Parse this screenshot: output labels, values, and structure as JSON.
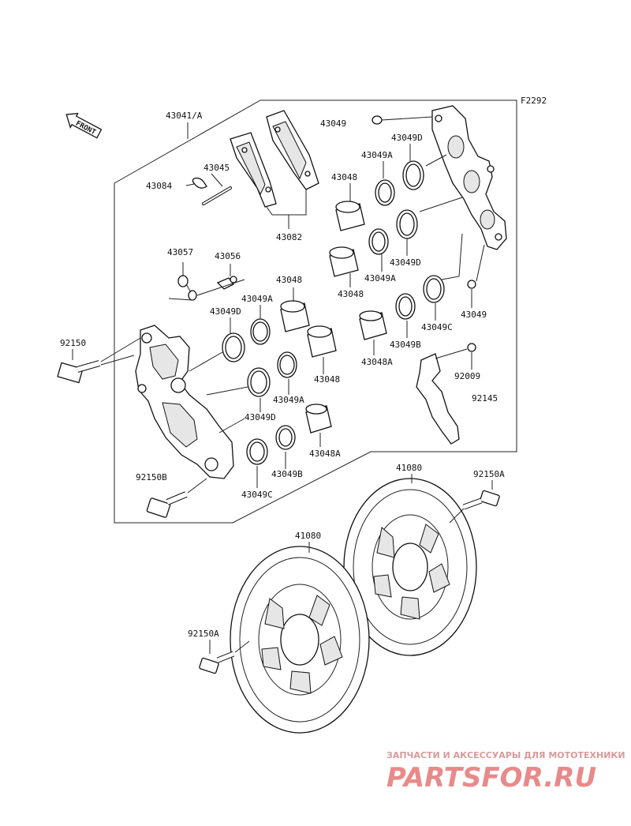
{
  "figure_code": "F2292",
  "front_label": "FRONT",
  "labels": {
    "l43041A": "43041/A",
    "l43082": "43082",
    "l43045": "43045",
    "l43084": "43084",
    "l43057": "43057",
    "l43056": "43056",
    "l92150": "92150",
    "l92150B": "92150B",
    "l43049_top": "43049",
    "l43049D_top": "43049D",
    "l43049A_top": "43049A",
    "l43048_top": "43048",
    "l43049D_mid": "43049D",
    "l43049A_mid": "43049A",
    "l43048_mid": "43048",
    "l43049C_right": "43049C",
    "l43049_right": "43049",
    "l43049B_right": "43049B",
    "l43048A_right": "43048A",
    "l92009": "92009",
    "l92145": "92145",
    "l43048_l1": "43048",
    "l43049A_l1": "43049A",
    "l43049D_l1": "43049D",
    "l43048_l2": "43048",
    "l43049A_l2": "43049A",
    "l43049D_l2": "43049D",
    "l43048A_l": "43048A",
    "l43049B_l": "43049B",
    "l43049C_l": "43049C",
    "l41080_a": "41080",
    "l41080_b": "41080",
    "l92150A_a": "92150A",
    "l92150A_b": "92150A"
  },
  "watermark": {
    "tagline": "ЗАПЧАСТИ И АКСЕССУАРЫ ДЛЯ МОТОТЕХНИКИ",
    "logo": "PARTSFOR.RU"
  }
}
